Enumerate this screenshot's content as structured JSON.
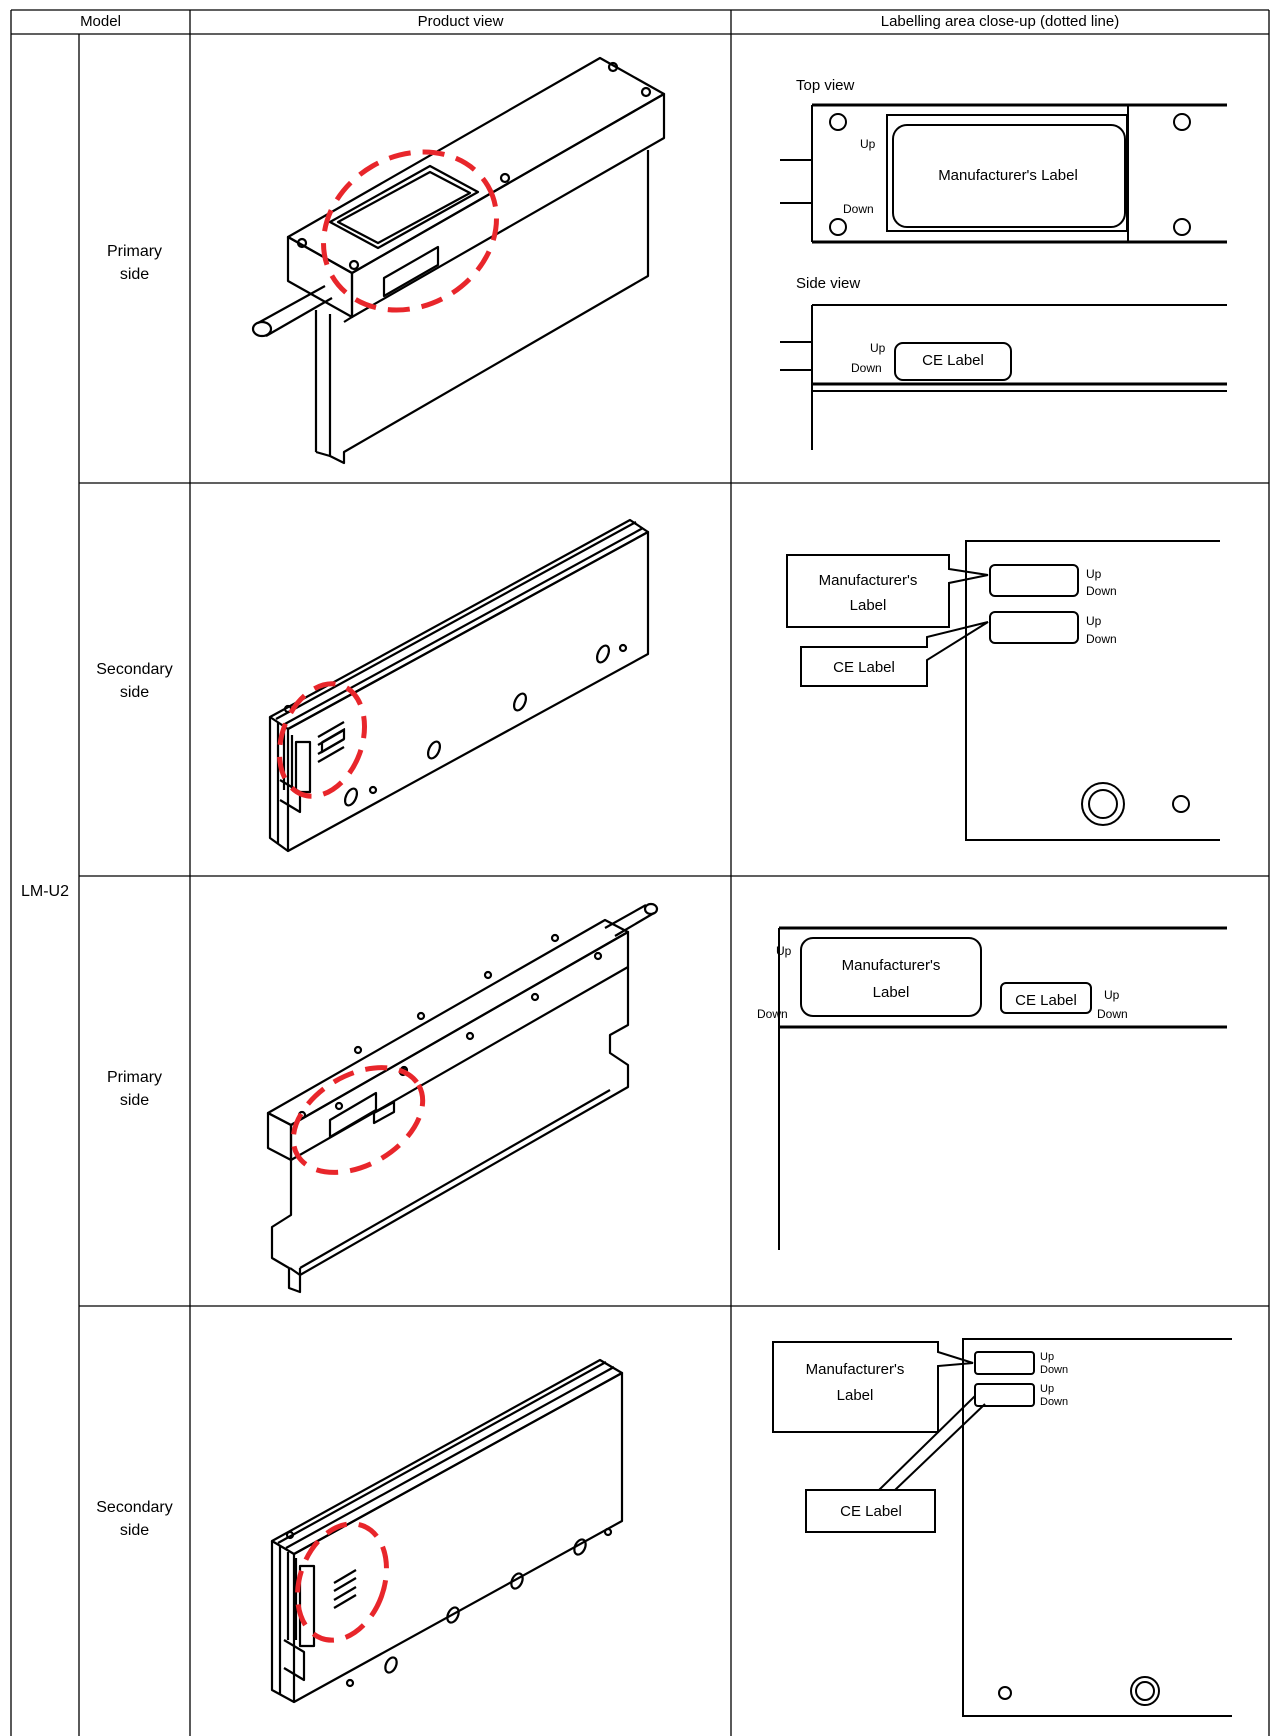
{
  "header": {
    "model": "Model",
    "product_view": "Product view",
    "closeup": "Labelling area close-up (dotted line)"
  },
  "model_name": "LM-U2",
  "rows": [
    {
      "side": [
        "Primary",
        "side"
      ],
      "closeup": {
        "top_view": "Top view",
        "side_view": "Side view",
        "manufacturer_label": "Manufacturer's Label",
        "ce_label": "CE Label",
        "up": "Up",
        "down": "Down"
      }
    },
    {
      "side": [
        "Secondary",
        "side"
      ],
      "closeup": {
        "manufacturer_label": [
          "Manufacturer's",
          "Label"
        ],
        "ce_label": "CE Label",
        "up": "Up",
        "down": "Down"
      }
    },
    {
      "side": [
        "Primary",
        "side"
      ],
      "closeup": {
        "manufacturer_label": [
          "Manufacturer's",
          "Label"
        ],
        "ce_label": "CE Label",
        "up": "Up",
        "down": "Down"
      }
    },
    {
      "side": [
        "Secondary",
        "side"
      ],
      "closeup": {
        "manufacturer_label": [
          "Manufacturer's",
          "Label"
        ],
        "ce_label": "CE Label",
        "up": "Up",
        "down": "Down"
      }
    }
  ],
  "colors": {
    "dashed_circle": "#e8262b",
    "line": "#000000"
  }
}
